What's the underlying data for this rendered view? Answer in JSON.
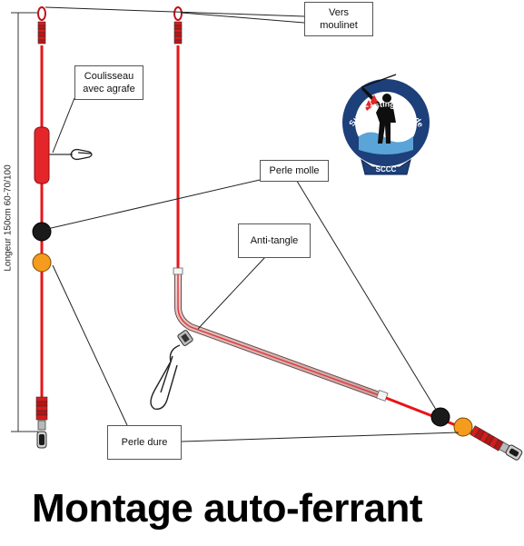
{
  "title": "Montage auto-ferrant",
  "length_label": "Longeur 150cm 60-70/100",
  "labels": {
    "vers_moulinet": "Vers\nmoulinet",
    "coulisseau": "Coulisseau\navec agrafe",
    "perle_molle": "Perle molle",
    "anti_tangle": "Anti-tangle",
    "perle_dure": "Perle dure"
  },
  "logo": {
    "text": "Surf Casting Club de Caen",
    "abbr": "SCCC"
  },
  "colors": {
    "line": "#e8141a",
    "bead_soft": "#1a1a1a",
    "bead_hard": "#f59b1d",
    "slider": "#e4262a",
    "logo_blue": "#1d3f7a"
  }
}
